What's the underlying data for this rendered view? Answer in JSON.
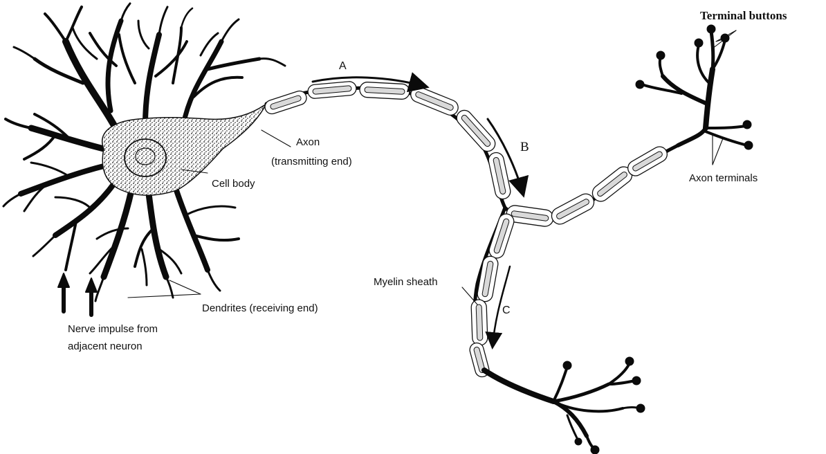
{
  "labels": {
    "terminal_buttons": "Terminal buttons",
    "letter_a": "A",
    "letter_b": "B",
    "letter_c": "C",
    "axon": "Axon",
    "axon_sub": "(transmitting end)",
    "cell_body": "Cell body",
    "axon_terminals": "Axon terminals",
    "myelin_sheath": "Myelin sheath",
    "dendrites": "Dendrites (receiving end)",
    "nerve_impulse_line1": "Nerve impulse from",
    "nerve_impulse_line2": "adjacent neuron"
  },
  "colors": {
    "ink": "#0b0b0b",
    "background": "#ffffff"
  }
}
